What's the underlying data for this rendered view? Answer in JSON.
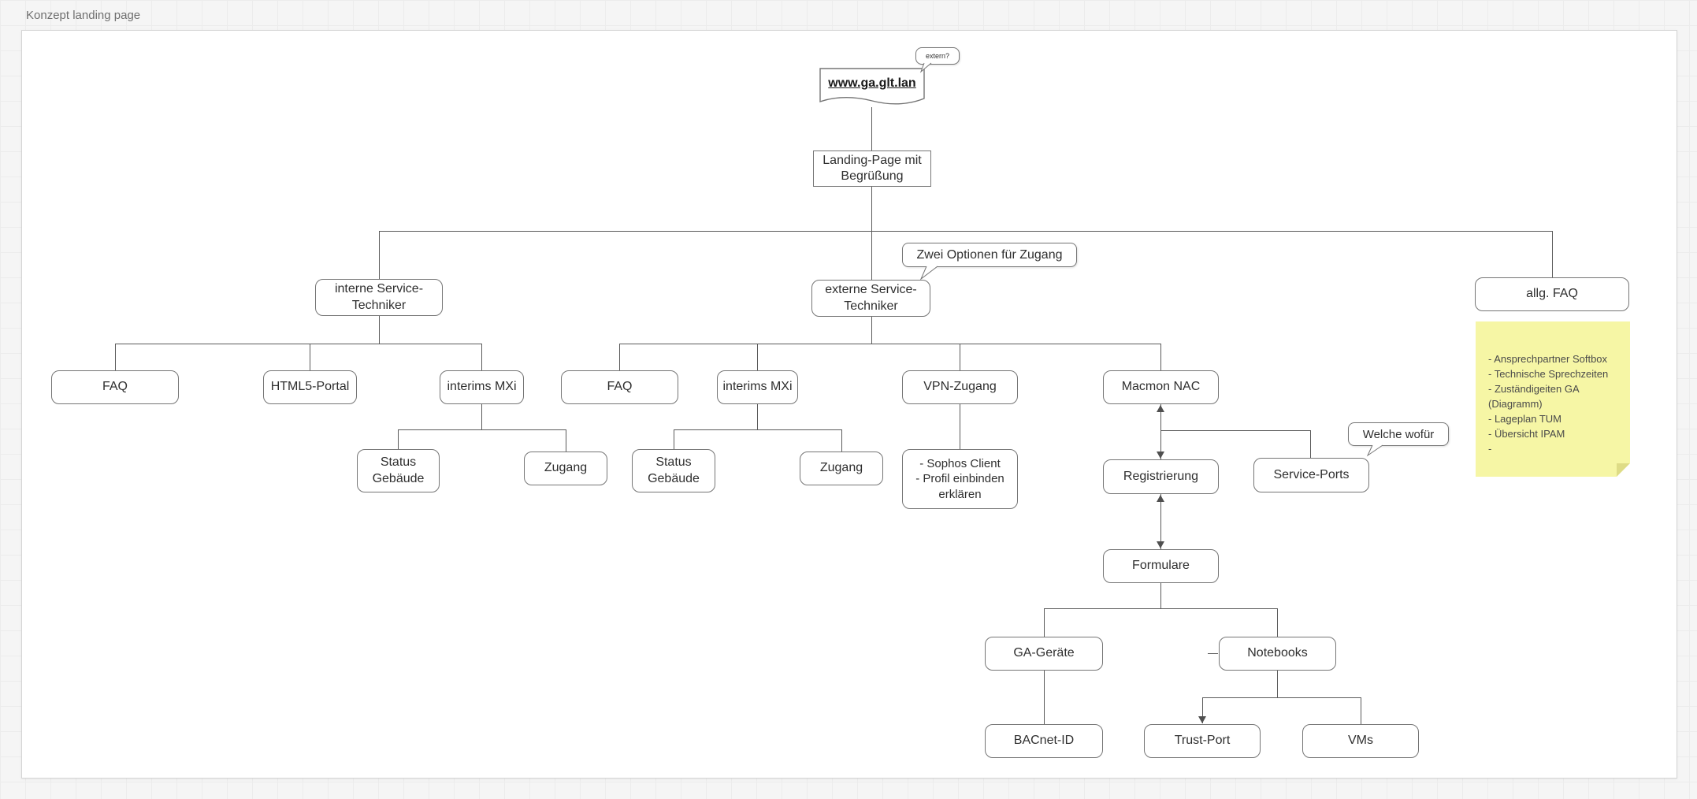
{
  "page": {
    "title": "Konzept landing page"
  },
  "colors": {
    "note_fill": "#F6F6A5",
    "stroke": "#757575",
    "connector": "#5A5A5A",
    "text": "#2F2F2F"
  },
  "nodes": {
    "url": "www.ga.glt.lan",
    "extern_callout": "extern?",
    "landing": "Landing-Page mit Begrüßung",
    "zwei_callout": "Zwei Optionen für Zugang",
    "interne": "interne Service-Techniker",
    "externe": "externe Service-Techniker",
    "allg_faq": "allg. FAQ",
    "faq_intern": "FAQ",
    "html5_portal": "HTML5-Portal",
    "interims_mxi_intern": "interims MXi",
    "status_gebaeude_intern": "Status Gebäude",
    "zugang_intern": "Zugang",
    "faq_extern": "FAQ",
    "interims_mxi_extern": "interims MXi",
    "status_gebaeude_extern": "Status Gebäude",
    "zugang_extern": "Zugang",
    "vpn_zugang": "VPN-Zugang",
    "macmon_nac": "Macmon NAC",
    "sophos": "- Sophos Client\n- Profil einbinden erklären",
    "registrierung": "Registrierung",
    "service_ports": "Service-Ports",
    "welche_callout": "Welche wofür",
    "formulare": "Formulare",
    "ga_geraete": "GA-Geräte",
    "notebooks": "Notebooks",
    "bacnet_id": "BACnet-ID",
    "trust_port": "Trust-Port",
    "vms": "VMs",
    "note_text": "- Ansprechpartner Softbox\n- Technische Sprechzeiten\n- Zuständigeiten GA\n(Diagramm)\n- Lageplan TUM\n- Übersicht IPAM\n-"
  }
}
